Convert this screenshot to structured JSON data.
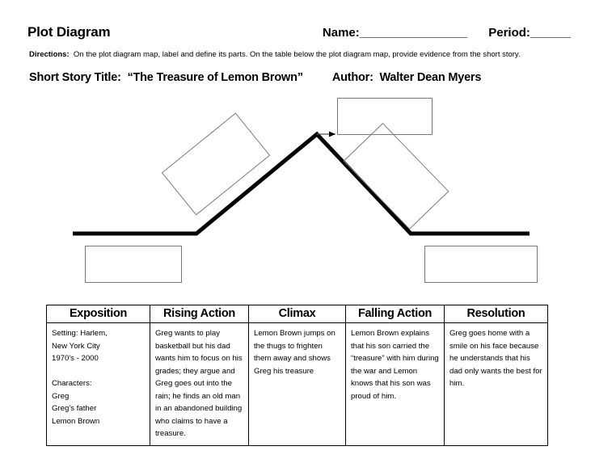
{
  "header": {
    "title": "Plot Diagram",
    "name_label": "Name:",
    "name_blank": "________________",
    "period_label": "Period:",
    "period_blank": "______"
  },
  "directions": {
    "label": "Directions:",
    "text": "On the plot diagram map, label and define its parts. On the table below the plot diagram map, provide evidence from the short story."
  },
  "story": {
    "title_label": "Short Story Title:",
    "title_value": "“The Treasure of Lemon Brown”",
    "author_label": "Author:",
    "author_value": "Walter Dean Myers"
  },
  "diagram": {
    "boxes": [
      {
        "name": "rising-action-box",
        "value": ""
      },
      {
        "name": "climax-box",
        "value": ""
      },
      {
        "name": "falling-action-box",
        "value": ""
      },
      {
        "name": "exposition-box",
        "value": ""
      },
      {
        "name": "resolution-box",
        "value": ""
      }
    ],
    "line_color": "#000000",
    "box_border_color": "#7a7a7a"
  },
  "table": {
    "headers": [
      "Exposition",
      "Rising Action",
      "Climax",
      "Falling Action",
      "Resolution"
    ],
    "cells": [
      "Setting:  Harlem,\nNew York City\n1970's - 2000\n\nCharacters:\nGreg\nGreg’s father\nLemon Brown",
      "Greg wants to play basketball but his dad wants him to focus on his grades; they argue and Greg goes out into the rain; he finds an old man in an abandoned building who claims to have a treasure.",
      "Lemon Brown jumps on the thugs to frighten them away and shows Greg his treasure",
      "Lemon Brown explains that his son carried the “treasure” with him during the war and Lemon knows that his son was proud of him.",
      "Greg goes home with a smile on his face because he understands that his dad only wants the best for him."
    ]
  }
}
